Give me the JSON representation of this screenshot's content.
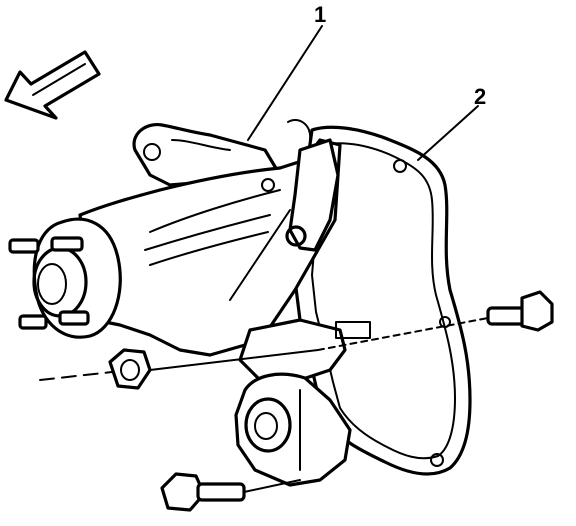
{
  "callouts": [
    {
      "id": "1",
      "label": "1"
    },
    {
      "id": "2",
      "label": "2"
    }
  ],
  "icons": {
    "direction_arrow": "arrow-left-down-icon"
  }
}
